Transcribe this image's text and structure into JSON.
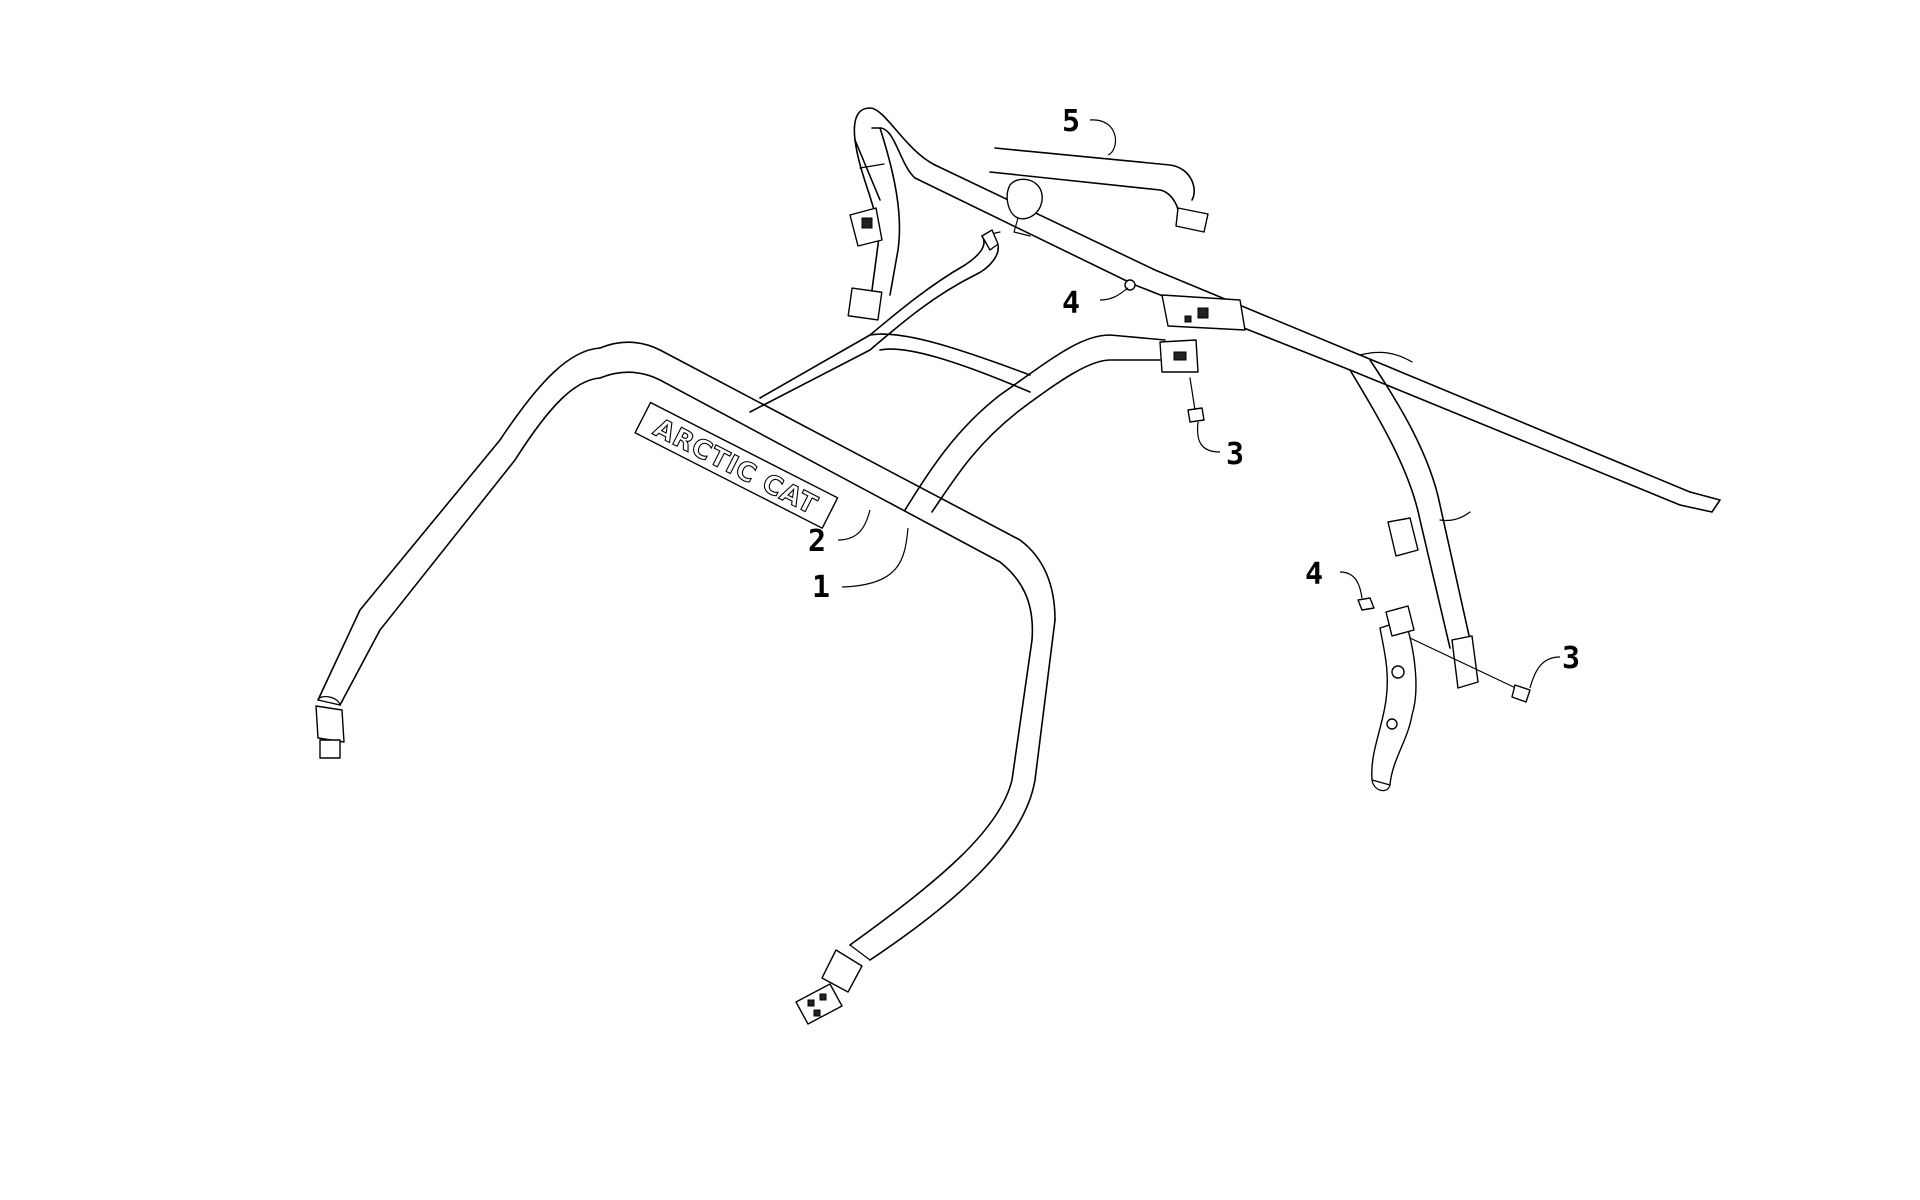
{
  "diagram": {
    "brand_text": "ARCTIC CAT",
    "callouts": [
      {
        "id": "c1",
        "label": "1"
      },
      {
        "id": "c2",
        "label": "2"
      },
      {
        "id": "c3a",
        "label": "3"
      },
      {
        "id": "c3b",
        "label": "3"
      },
      {
        "id": "c4a",
        "label": "4"
      },
      {
        "id": "c4b",
        "label": "4"
      },
      {
        "id": "c5",
        "label": "5"
      }
    ]
  }
}
